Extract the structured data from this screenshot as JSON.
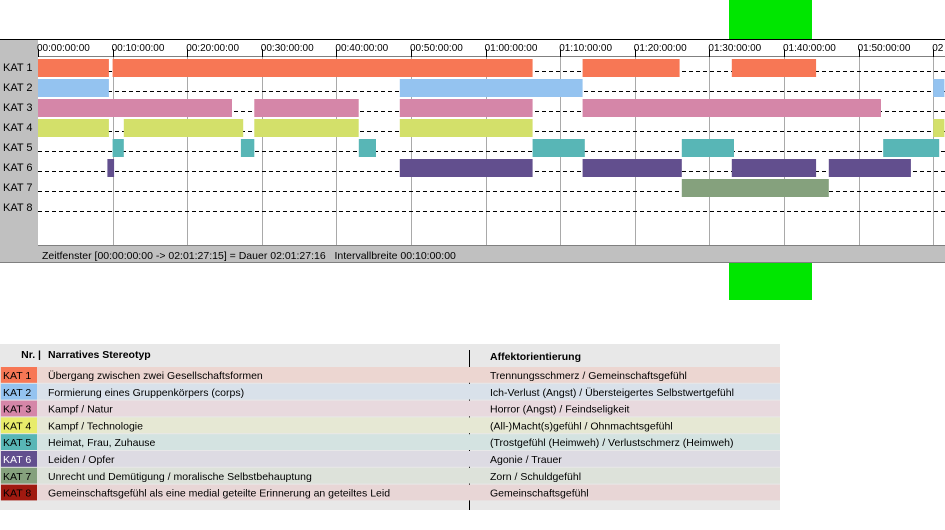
{
  "timeline": {
    "categories": [
      "KAT 1",
      "KAT 2",
      "KAT 3",
      "KAT 4",
      "KAT 5",
      "KAT 6",
      "KAT 7",
      "KAT 8"
    ],
    "tick_labels": [
      "00:00:00:00",
      "00:10:00:00",
      "00:20:00:00",
      "00:30:00:00",
      "00:40:00:00",
      "00:50:00:00",
      "01:00:00:00",
      "01:10:00:00",
      "01:20:00:00",
      "01:30:00:00",
      "01:40:00:00",
      "01:50:00:00",
      "02"
    ],
    "tick_minutes": [
      0,
      10,
      20,
      30,
      40,
      50,
      60,
      70,
      80,
      90,
      100,
      110,
      120
    ],
    "visible_range_minutes": [
      0,
      121.5
    ],
    "highlight_range_minutes": [
      92.5,
      103.5
    ],
    "status_text": "Zeitfenster [00:00:00:00 -> 02:01:27:15] = Dauer 02:01:27:16   Intervallbreite 00:10:00:00",
    "colors": {
      "KAT 1": "#f77755",
      "KAT 2": "#94c3f0",
      "KAT 3": "#d586a8",
      "KAT 4": "#d3e06a",
      "KAT 5": "#58b6b6",
      "KAT 6": "#624f8e",
      "KAT 7": "#85a17d",
      "KAT 8": "#a01a10",
      "highlight": "#00e600"
    },
    "segments": [
      {
        "category": "KAT 1",
        "start": 0,
        "end": 9.5
      },
      {
        "category": "KAT 1",
        "start": 10,
        "end": 66.3
      },
      {
        "category": "KAT 1",
        "start": 73,
        "end": 86
      },
      {
        "category": "KAT 1",
        "start": 93,
        "end": 104.3
      },
      {
        "category": "KAT 2",
        "start": 0,
        "end": 9.5
      },
      {
        "category": "KAT 2",
        "start": 48.5,
        "end": 73
      },
      {
        "category": "KAT 2",
        "start": 120,
        "end": 121.5
      },
      {
        "category": "KAT 3",
        "start": 0,
        "end": 26
      },
      {
        "category": "KAT 3",
        "start": 29,
        "end": 43
      },
      {
        "category": "KAT 3",
        "start": 48.5,
        "end": 66.3
      },
      {
        "category": "KAT 3",
        "start": 73,
        "end": 112
      },
      {
        "category": "KAT 3",
        "start": 106,
        "end": 113
      },
      {
        "category": "KAT 4",
        "start": 0,
        "end": 9.5
      },
      {
        "category": "KAT 4",
        "start": 11.5,
        "end": 27.5
      },
      {
        "category": "KAT 4",
        "start": 29,
        "end": 43
      },
      {
        "category": "KAT 4",
        "start": 48.5,
        "end": 66.3
      },
      {
        "category": "KAT 4",
        "start": 120,
        "end": 121.5
      },
      {
        "category": "KAT 5",
        "start": 10,
        "end": 11.5
      },
      {
        "category": "KAT 5",
        "start": 27.2,
        "end": 29
      },
      {
        "category": "KAT 5",
        "start": 43,
        "end": 45.3
      },
      {
        "category": "KAT 5",
        "start": 66.3,
        "end": 73.3
      },
      {
        "category": "KAT 5",
        "start": 86.3,
        "end": 93.3
      },
      {
        "category": "KAT 5",
        "start": 113.3,
        "end": 120.8
      },
      {
        "category": "KAT 6",
        "start": 9.3,
        "end": 10.2
      },
      {
        "category": "KAT 6",
        "start": 48.5,
        "end": 66.3
      },
      {
        "category": "KAT 6",
        "start": 73,
        "end": 86.3
      },
      {
        "category": "KAT 6",
        "start": 93,
        "end": 104.3
      },
      {
        "category": "KAT 6",
        "start": 106,
        "end": 117
      },
      {
        "category": "KAT 7",
        "start": 86.3,
        "end": 106
      }
    ]
  },
  "legend": {
    "header_nr": "Nr. |",
    "header_stereotyp": "Narratives Stereotyp",
    "header_affekt": "Affektorientierung",
    "rows": [
      {
        "nr": "KAT 1",
        "stereotyp": "Übergang zwischen zwei Gesellschaftsformen",
        "affekt": "Trennungsschmerz / Gemeinschaftsgefühl",
        "swatch": "#f77755",
        "row_bg": "#ecd6d1",
        "text_color": "#000000"
      },
      {
        "nr": "KAT 2",
        "stereotyp": "Formierung eines Gruppenkörpers (corps)",
        "affekt": "Ich-Verlust (Angst) / Übersteigertes Selbstwertgefühl",
        "swatch": "#94c3f0",
        "row_bg": "#d9e1ea",
        "text_color": "#000000"
      },
      {
        "nr": "KAT 3",
        "stereotyp": "Kampf / Natur",
        "affekt": "Horror (Angst) / Feindseligkeit",
        "swatch": "#d586a8",
        "row_bg": "#e8d9de",
        "text_color": "#000000"
      },
      {
        "nr": "KAT 4",
        "stereotyp": "Kampf / Technologie",
        "affekt": "(All-)Macht(s)gefühl / Ohnmachtsgefühl",
        "swatch": "#e8ec6a",
        "row_bg": "#e6e8d4",
        "text_color": "#000000"
      },
      {
        "nr": "KAT 5",
        "stereotyp": "Heimat, Frau, Zuhause",
        "affekt": "(Trostgefühl (Heimweh) / Verlustschmerz (Heimweh)",
        "swatch": "#58b6b6",
        "row_bg": "#d4e3e1",
        "text_color": "#000000"
      },
      {
        "nr": "KAT 6",
        "stereotyp": "Leiden / Opfer",
        "affekt": "Agonie / Trauer",
        "swatch": "#624f8e",
        "row_bg": "#dddbe3",
        "text_color": "#ffffff"
      },
      {
        "nr": "KAT 7",
        "stereotyp": "Unrecht und Demütigung / moralische Selbstbehauptung",
        "affekt": "Zorn / Schuldgefühl",
        "swatch": "#85a17d",
        "row_bg": "#dde2da",
        "text_color": "#000000"
      },
      {
        "nr": "KAT 8",
        "stereotyp": "Gemeinschaftsgefühl als eine medial geteilte Erinnerung an geteiltes Leid",
        "affekt": "Gemeinschaftsgefühl",
        "swatch": "#a01a10",
        "row_bg": "#e8d6d6",
        "text_color": "#000000"
      }
    ]
  }
}
